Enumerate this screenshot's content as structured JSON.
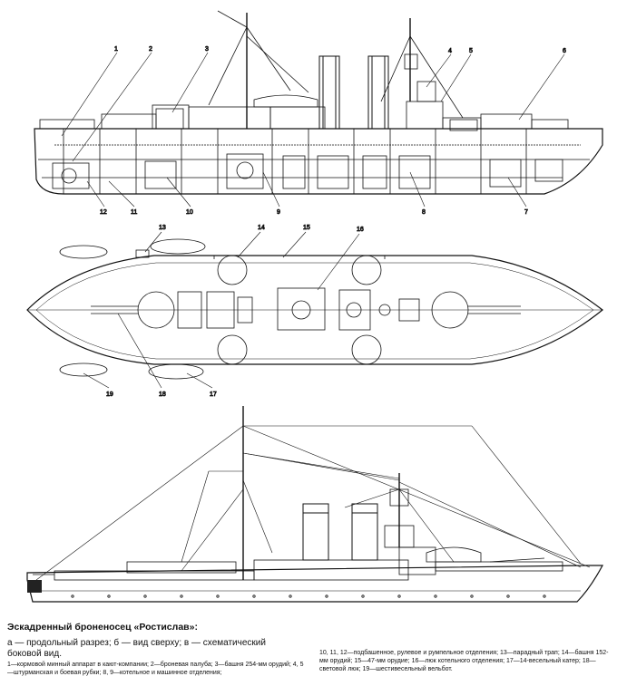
{
  "caption": {
    "title": "Эскадренный броненосец «Ростислав»:",
    "subtitle": "а — продольный разрез; б — вид сверху; в — схематический боковой вид.",
    "legend_left": "1—кормовой минный аппарат в кают-компании; 2—броневая палуба; 3—башня 254-мм орудий; 4, 5—штурманская и боевая рубки; 8, 9—котельное и машинное отделения;",
    "legend_right": "10, 11, 12—подбашенное, рулевое и румпельное отделения; 13—парадный трап; 14—башня 152-мм орудий; 15—47-мм орудие; 16—люк котельного отделения; 17—14-весельный катер; 18—световой люк; 19—шестивесельный вельбот."
  },
  "labels": {
    "n1": "1",
    "n2": "2",
    "n3": "3",
    "n4": "4",
    "n5": "5",
    "n6": "6",
    "n7": "7",
    "n8": "8",
    "n9": "9",
    "n10": "10",
    "n11": "11",
    "n12": "12",
    "n13": "13",
    "n14": "14",
    "n15": "15",
    "n16": "16",
    "n17": "17",
    "n18": "18",
    "n19": "19"
  }
}
